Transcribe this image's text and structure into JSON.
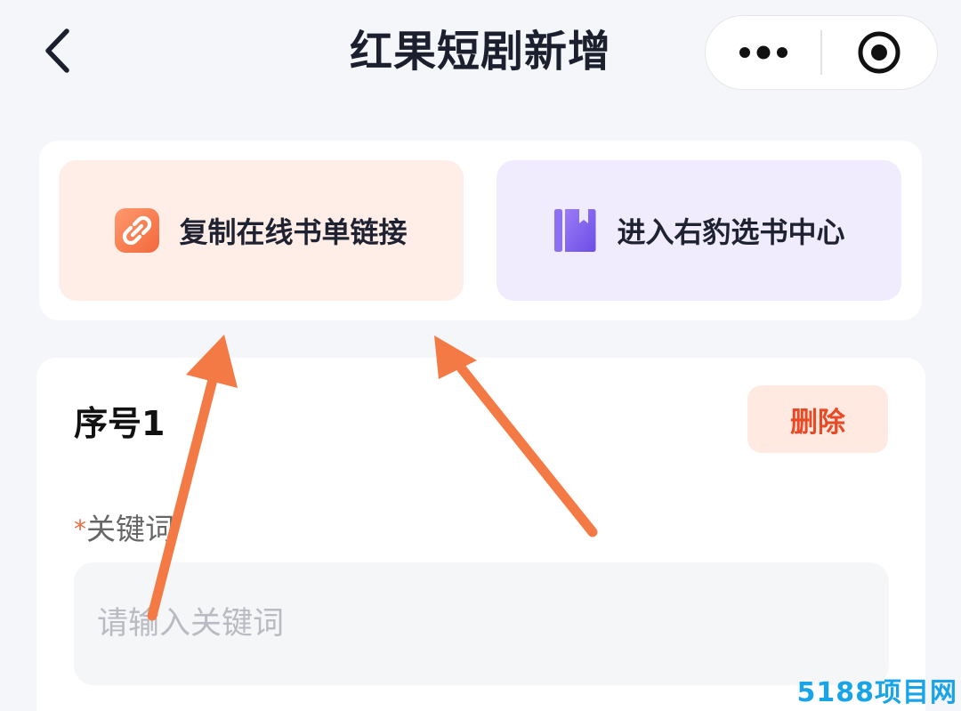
{
  "header": {
    "title": "红果短剧新增",
    "back_icon": "chevron-left-icon",
    "menu_icon": "more-dots-icon",
    "close_icon": "target-close-icon"
  },
  "actions": [
    {
      "label": "复制在线书单链接",
      "icon": "link-icon",
      "bg_color": "#ffeee8",
      "icon_color": "#f5744a"
    },
    {
      "label": "进入右豹选书中心",
      "icon": "book-icon",
      "bg_color": "#f0ecfe",
      "icon_color": "#7b5cf0"
    }
  ],
  "form": {
    "item_title": "序号1",
    "delete_label": "删除",
    "keyword": {
      "required_mark": "*",
      "label": "关键词",
      "placeholder": "请输入关键词",
      "value": ""
    }
  },
  "annotation": {
    "arrow_color": "#f47a45"
  },
  "watermark": {
    "text": "5188项目网",
    "color": "#19a4e8"
  }
}
